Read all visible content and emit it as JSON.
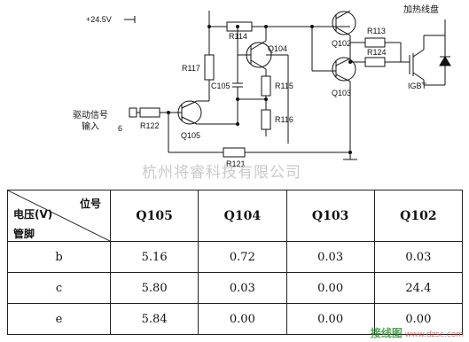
{
  "diagram": {
    "supply_label": "+24.5V",
    "load_label": "加热线盘",
    "input_label_line1": "驱动信号",
    "input_label_line2": "输入",
    "input_pin": "6",
    "igbt_label": "IGBT",
    "watermark": "杭州将睿科技有限公司",
    "components": {
      "R114": "R114",
      "R117": "R117",
      "C105": "C105",
      "R115": "R115",
      "R116": "R116",
      "R122": "R122",
      "R121": "R121",
      "R113": "R113",
      "R124": "R124",
      "Q104": "Q104",
      "Q105": "Q105",
      "Q102": "Q102",
      "Q103": "Q103"
    }
  },
  "table": {
    "corner_top": "位号",
    "corner_mid": "电压(V)",
    "corner_bottom": "管脚",
    "columns": [
      "Q105",
      "Q104",
      "Q103",
      "Q102"
    ],
    "rows": [
      {
        "pin": "b",
        "values": [
          "5.16",
          "0.72",
          "0.03",
          "0.03"
        ]
      },
      {
        "pin": "c",
        "values": [
          "5.80",
          "0.03",
          "0.00",
          "24.4"
        ]
      },
      {
        "pin": "e",
        "values": [
          "5.84",
          "0.00",
          "0.00",
          "0.00"
        ]
      }
    ]
  },
  "corner_logo": {
    "brand": "接线图",
    "site": "www.dzsc.com"
  }
}
